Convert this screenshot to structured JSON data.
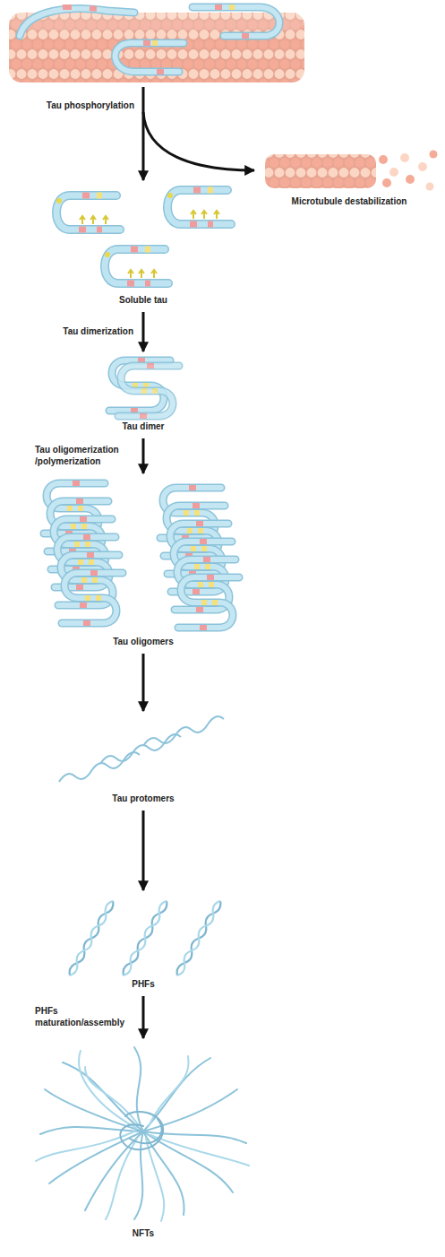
{
  "diagram": {
    "nodes": [
      {
        "text": [
          "Microtubule destabilization"
        ]
      },
      {
        "text": [
          "Soluble tau"
        ]
      },
      {
        "text": [
          "Tau dimer"
        ]
      },
      {
        "text": [
          "Tau oligomers"
        ]
      },
      {
        "text": [
          "Tau protomers"
        ]
      },
      {
        "text": [
          "PHFs"
        ]
      },
      {
        "text": [
          "NFTs"
        ]
      }
    ],
    "edges": [
      {
        "from": 1,
        "to": 2,
        "arrow": "to",
        "label": "Tau dimerization"
      },
      {
        "from": 2,
        "to": 3,
        "arrow": "to",
        "label": "Tau oligomerization /polymerization"
      },
      {
        "from": 3,
        "to": 4,
        "arrow": "to"
      },
      {
        "from": 4,
        "to": 5,
        "arrow": "to"
      },
      {
        "from": 5,
        "to": 6,
        "arrow": "to",
        "label": "PHFs maturation/assembly"
      }
    ],
    "labels": [
      "Tau phosphorylation"
    ]
  }
}
